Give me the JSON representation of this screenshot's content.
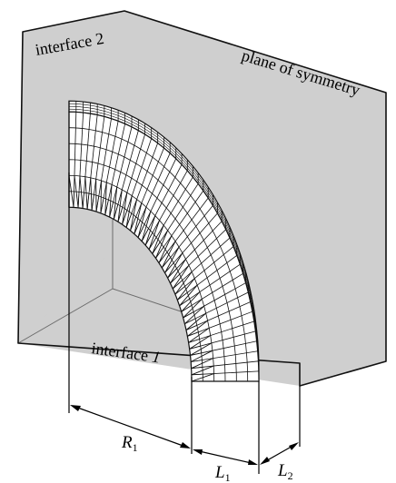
{
  "labels": {
    "interface_2": "interface 2",
    "plane_of_symmetry": "plane of symmetry",
    "interface_1_text": "interface ",
    "interface_1_num": "1",
    "R1_sym": "R",
    "R1_sub": "1",
    "L1_sym": "L",
    "L1_sub": "1",
    "L2_sym": "L",
    "L2_sub": "2"
  },
  "colors": {
    "box_face": "#cfcfcf",
    "box_edge": "#111111",
    "hidden_edge": "#6b6b6b",
    "mesh_fill": "#ffffff",
    "mesh_line": "#111111"
  },
  "mesh": {
    "angular_divisions": 42,
    "radial_divisions": 6,
    "depth_divisions": 4
  }
}
